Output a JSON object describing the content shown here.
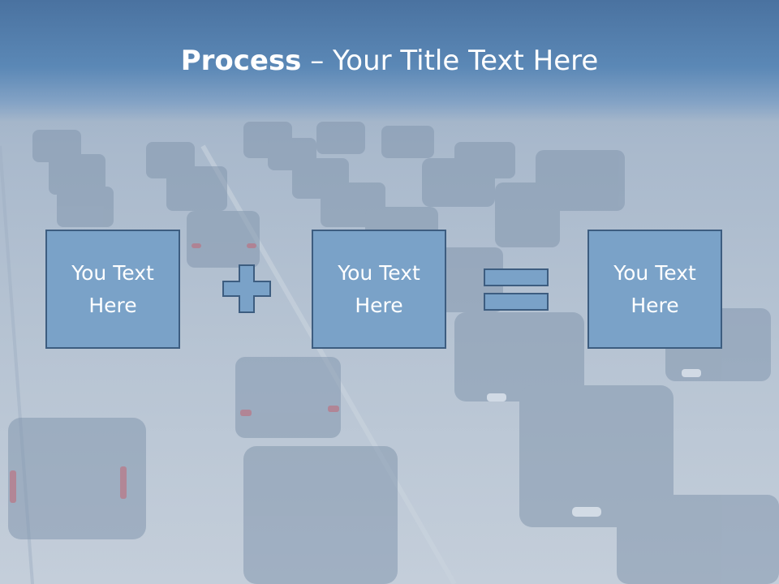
{
  "slide": {
    "title_bold": "Process",
    "title_rest": " – Your Title Text Here"
  },
  "boxes": [
    {
      "text": "You Text Here"
    },
    {
      "text": "You Text Here"
    },
    {
      "text": "You Text Here"
    }
  ],
  "operators": {
    "first": "plus-icon",
    "second": "equals-icon"
  },
  "colors": {
    "header": "#5b88b6",
    "box_fill": "#7aa2c8",
    "box_border": "#3d5d80",
    "text": "#ffffff"
  }
}
